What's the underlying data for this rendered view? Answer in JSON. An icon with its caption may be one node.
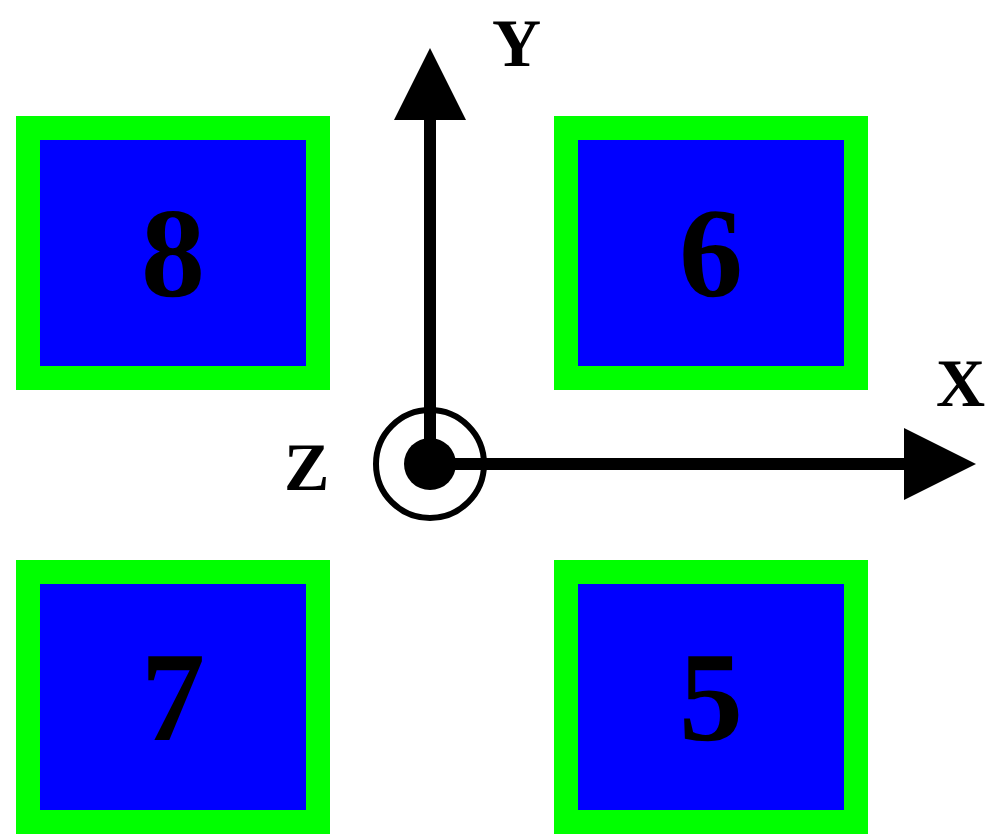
{
  "diagram": {
    "nodes": [
      {
        "text": [
          "8"
        ]
      },
      {
        "text": [
          "6"
        ]
      },
      {
        "text": [
          "7"
        ]
      },
      {
        "text": [
          "5"
        ]
      }
    ],
    "labels": [
      "Y",
      "X",
      "Z"
    ]
  }
}
